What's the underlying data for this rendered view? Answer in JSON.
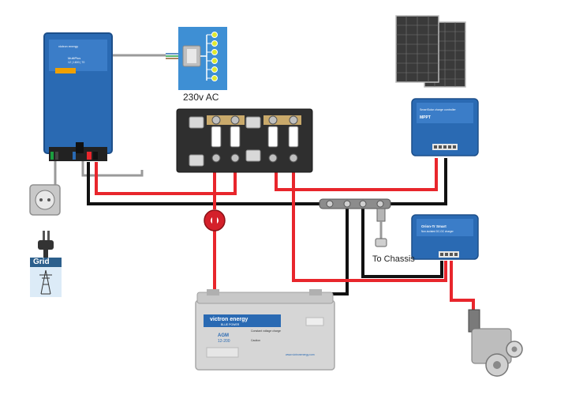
{
  "labels": {
    "ac_label": "230v AC",
    "chassis_label": "To Chassis",
    "grid_label": "Grid"
  },
  "devices": {
    "inverter_brand": "victron energy",
    "inverter_model": "MultiPlus",
    "inverter_spec": "12 | 1600 | 70",
    "mppt_brand": "SmartSolar charge controller",
    "mppt_model": "MPPT",
    "orion_model": "Orion-Tr Smart",
    "orion_sub": "Non-isolated DC-DC charger",
    "battery_brand": "victron energy",
    "battery_sub": "BLUE POWER",
    "battery_type": "AGM",
    "battery_rating": "12-200",
    "battery_note1": "Constant voltage charge",
    "battery_note2": "Caution",
    "battery_url": "www.victronenergy.com"
  },
  "colors": {
    "positive": "#e8262c",
    "negative": "#111111",
    "ac_wire": "#9a9a9a",
    "victron_blue": "#2a6ab3",
    "busbar": "#2f2f2f",
    "battery_case": "#d6d6d6",
    "solar_panel": "#3a3a3a",
    "grid_box": "#dcebf7"
  }
}
